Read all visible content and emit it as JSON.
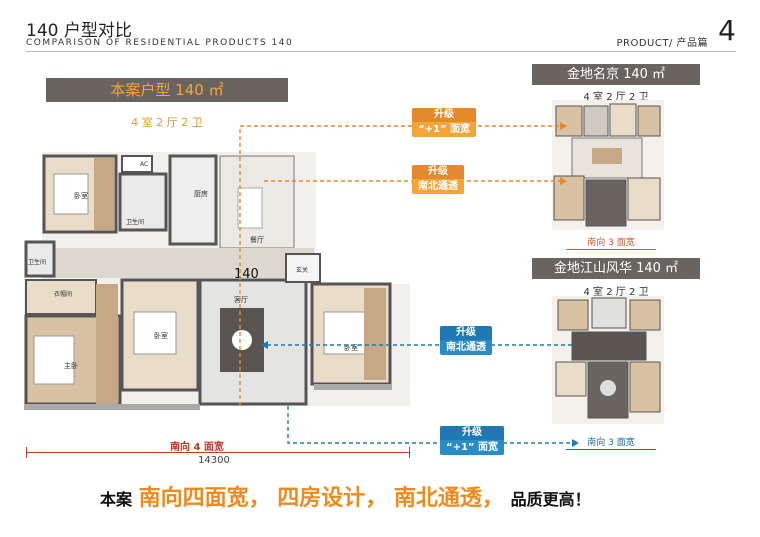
{
  "header": {
    "title": "140 户型对比",
    "subtitle": "COMPARISON OF RESIDENTIAL PRODUCTS 140",
    "section": "PRODUCT/ 产品篇",
    "page_number": "4"
  },
  "main_plan": {
    "label": "本案户型 140 ㎡",
    "layout": "4 室 2 厅 2 卫",
    "area_mark": "140",
    "rooms": {
      "ac": "AC",
      "bedroom_tl": "卧室",
      "bath": "卫生间",
      "kitchen": "厨房",
      "dining": "餐厅",
      "bath2": "卫生间",
      "closet": "衣帽间",
      "master": "主卧",
      "bedroom_m": "卧室",
      "living": "客厅",
      "entry": "玄关",
      "bedroom_r": "卧室"
    },
    "width_label": "南向 4 面宽",
    "width_value": "14300"
  },
  "compare_1": {
    "label": "金地名京 140 ㎡",
    "layout": "4 室 2 厅 2 卫",
    "caption": "南向 3 面宽"
  },
  "compare_2": {
    "label": "金地江山风华 140 ㎡",
    "layout": "4 室 2 厅 2 卫",
    "caption": "南向 3 面宽"
  },
  "tags": {
    "upgrade": "升级",
    "width_plus_one": "“+1” 面宽",
    "north_south": "南北通透"
  },
  "slogan": {
    "lead": "本案",
    "part1": "南向四面宽，",
    "part2": "四房设计，",
    "part3": "南北通透，",
    "tail": "品质更高！"
  },
  "colors": {
    "label_bg": "#6a6460",
    "orange": "#f3a53a",
    "blue": "#1f7ab3",
    "dim_red": "#c0392b"
  }
}
